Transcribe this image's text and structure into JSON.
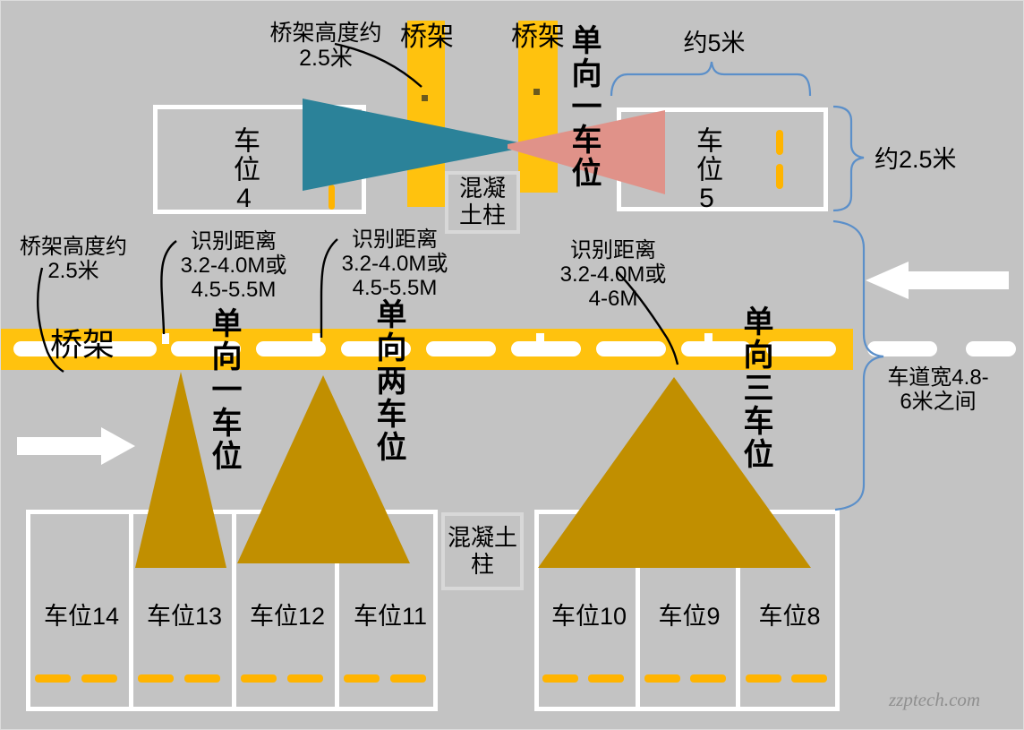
{
  "diagram": {
    "background_color": "#c3c3c3",
    "road_color": "#FFC20E",
    "teal_color": "#2B8299",
    "salmon_color": "#E09289",
    "gold_color": "#C18F00",
    "watermark": "zzptech.com"
  },
  "annotations": {
    "tray_height_top": "桥架高度约\n2.5米",
    "tray_label_1": "桥架",
    "tray_label_2": "桥架",
    "about_5m": "约5米",
    "about_2_5m": "约2.5米",
    "tray_height_left": "桥架高度约\n2.5米",
    "recog_dist_1": "识别距离\n3.2-4.0M或\n4.5-5.5M",
    "recog_dist_2": "识别距离\n3.2-4.0M或\n4.5-5.5M",
    "recog_dist_3": "识别距离\n3.2-4.0M或\n4-6M",
    "lane_width": "车道宽4.8-\n6米之间",
    "road_tray_label": "桥架"
  },
  "vertical_labels": {
    "one_way_one_slot_top": "单向一车位",
    "one_way_one_slot_mid": "单向一车位",
    "one_way_two_slot": "单向两车位",
    "one_way_three_slot": "单向三车位",
    "slot4": "车位4",
    "slot5": "车位5"
  },
  "pillars": {
    "top": "混凝土柱",
    "bottom": "混凝土柱"
  },
  "parking_slots_bottom_left": [
    {
      "label": "车位14"
    },
    {
      "label": "车位13"
    },
    {
      "label": "车位12"
    },
    {
      "label": "车位11"
    }
  ],
  "parking_slots_bottom_right": [
    {
      "label": "车位10"
    },
    {
      "label": "车位9"
    },
    {
      "label": "车位8"
    }
  ],
  "icons": {
    "arrow_right": "arrow-right-icon",
    "arrow_left": "arrow-left-icon"
  }
}
